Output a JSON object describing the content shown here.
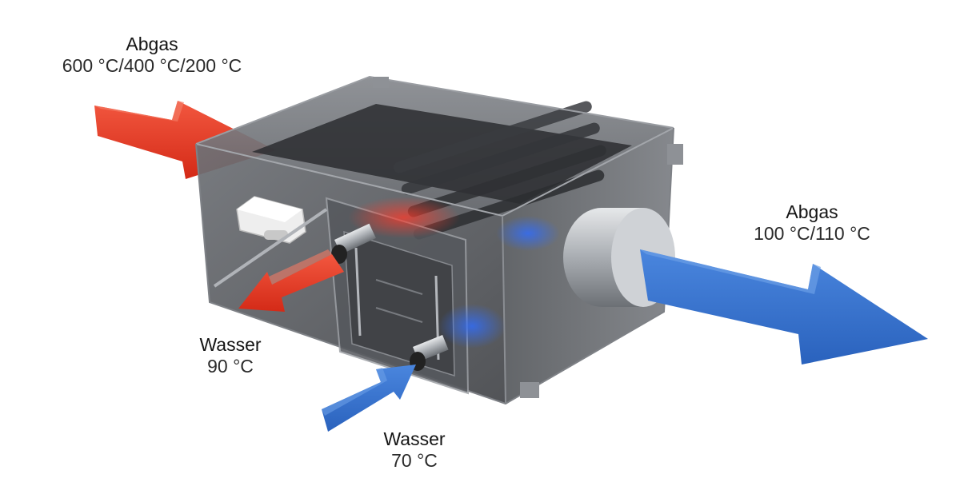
{
  "labels": {
    "exhaust_in": {
      "title": "Abgas",
      "value": "600 °C/400 °C/200 °C"
    },
    "exhaust_out": {
      "title": "Abgas",
      "value": "100 °C/110 °C"
    },
    "water_out": {
      "title": "Wasser",
      "value": "90 °C"
    },
    "water_in": {
      "title": "Wasser",
      "value": "70 °C"
    }
  },
  "colors": {
    "hot_arrow": "#e8321e",
    "cold_arrow": "#2f6fd0",
    "housing": "#5a5d62",
    "housing_dark": "#2b2d30",
    "pipe": "#b8bcc2"
  }
}
